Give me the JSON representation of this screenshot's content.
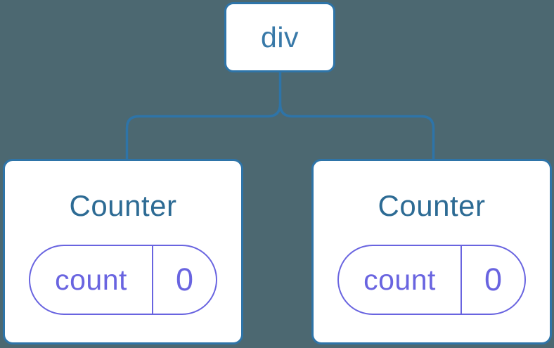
{
  "diagram": {
    "root": {
      "label": "div"
    },
    "children": [
      {
        "title": "Counter",
        "state": {
          "key": "count",
          "value": "0"
        }
      },
      {
        "title": "Counter",
        "state": {
          "key": "count",
          "value": "0"
        }
      }
    ]
  },
  "colors": {
    "background": "#4c6871",
    "line_blue": "#2e74a8",
    "card_background": "#ffffff",
    "title_blue": "#2d6b94",
    "root_label_blue": "#3879a8",
    "state_purple": "#6964e0"
  }
}
